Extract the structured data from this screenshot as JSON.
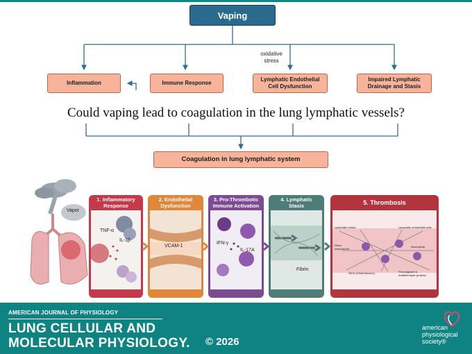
{
  "flowchart": {
    "root": "Vaping",
    "edge_label": "oxidative\nstress",
    "effects": [
      "Inflammation",
      "Immune Response",
      "Lymphatic Endothelial\nCell Dysfunction",
      "Impaired Lymphatic\nDrainage and Stasis"
    ],
    "question": "Could vaping lead to coagulation in the lung lymphatic vessels?",
    "outcome": "Coagulation in lung lymphatic system"
  },
  "illustration": {
    "vapor_label": "Vapor",
    "panels": [
      {
        "title": "1. Inflammatory\nResponse",
        "labels": [
          "TNF-α",
          "IL-1β"
        ],
        "color": "#c5394a"
      },
      {
        "title": "2. Endothelial\nDysfunction",
        "labels": [
          "VCAM-1"
        ],
        "color": "#e0873a"
      },
      {
        "title": "3. Pro-Thrombotic\nImmune Activation",
        "labels": [
          "IFN-γ",
          "IL-17A"
        ],
        "color": "#7d4b94"
      },
      {
        "title": "4. Lymphatic\nStasis",
        "labels": [
          "Fibrin"
        ],
        "color": "#4e7d79"
      },
      {
        "title": "5. Thrombosis",
        "labels": [
          "Lymphatic vessel",
          "Lymphatic endothelial cells",
          "Fibrin\nnetwork/clot",
          "Neutrophils",
          "NETs (DNA/histones)",
          "Procoagulant &\nAntifibrinolytic proteins"
        ],
        "color": "#b2343d"
      }
    ]
  },
  "footer": {
    "journal_small": "AMERICAN JOURNAL OF PHYSIOLOGY",
    "journal_line1": "LUNG CELLULAR AND",
    "journal_line2": "MOLECULAR PHYSIOLOGY.",
    "copyright": "© 2026",
    "society": "american\nphysiological\nsociety®"
  },
  "colors": {
    "teal": "#0d8481",
    "root_box": "#2a6a8c",
    "effect_box": "#f7b49a",
    "arrow": "#2f6d8f"
  }
}
